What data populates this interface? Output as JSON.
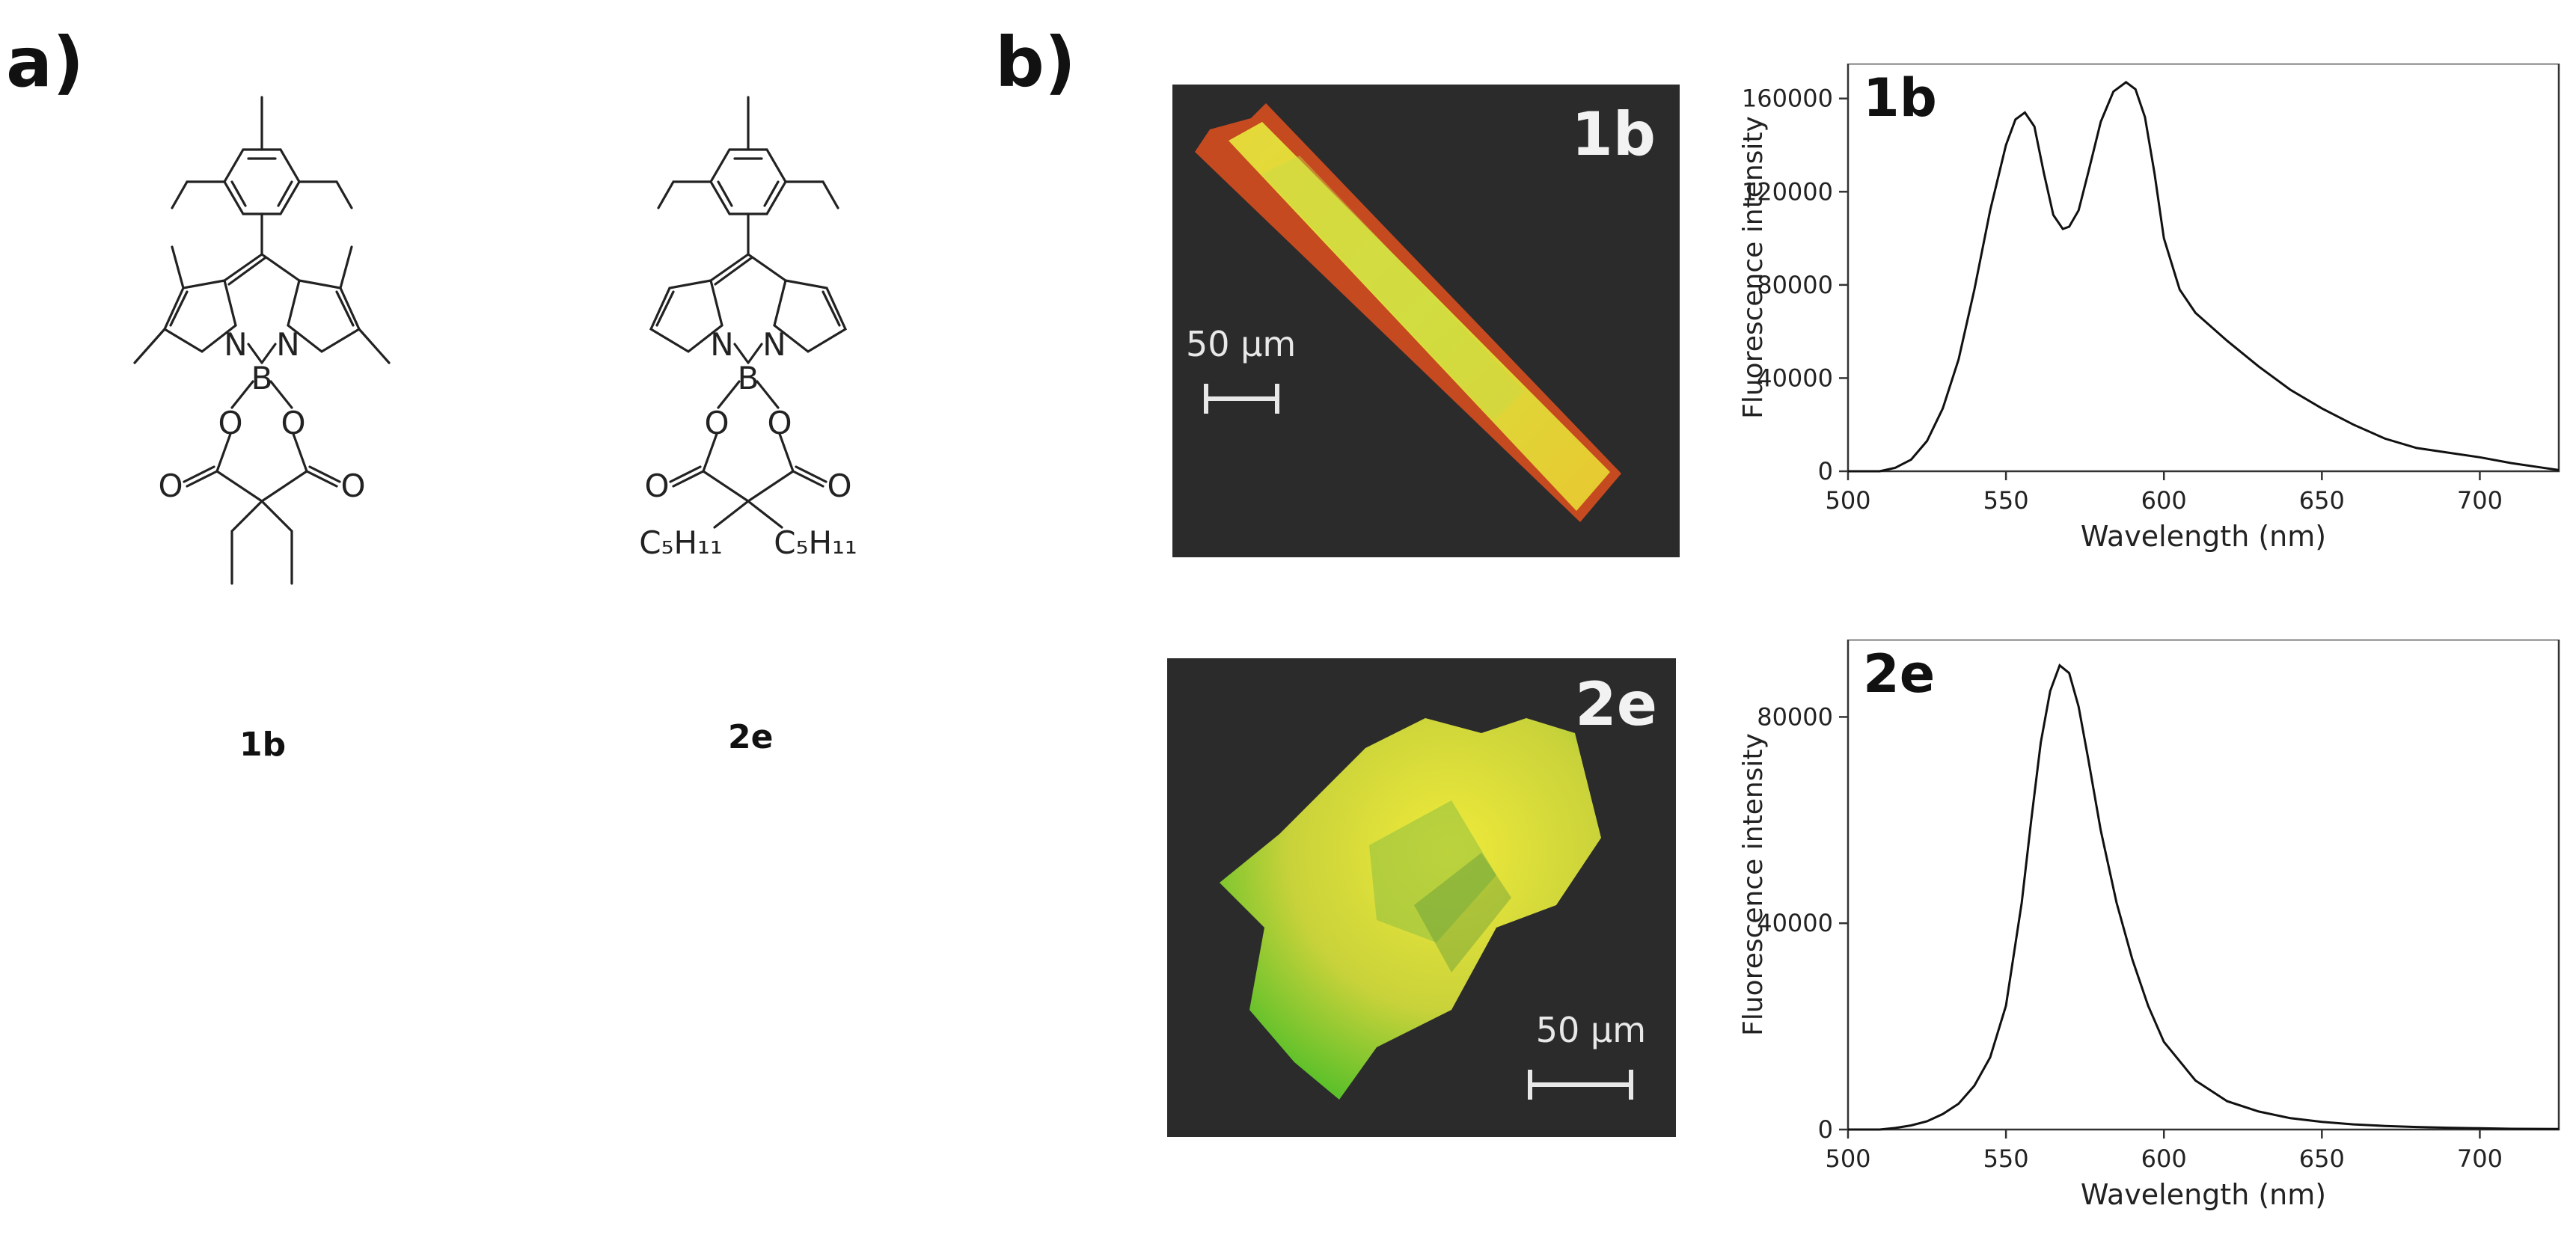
{
  "panels": {
    "a": {
      "letter": "a)"
    },
    "b": {
      "letter": "b)"
    }
  },
  "compounds": [
    {
      "id": "1b",
      "label": "1b",
      "atoms": {
        "n_left": "N",
        "n_right": "N",
        "boron": "B",
        "o_left": "O",
        "o_right": "O",
        "co_left": "O",
        "co_right": "O"
      }
    },
    {
      "id": "2e",
      "label": "2e",
      "atoms": {
        "n_left": "N",
        "n_right": "N",
        "boron": "B",
        "o_left": "O",
        "o_right": "O",
        "co_left": "O",
        "co_right": "O",
        "substituent_left": "C₅H₁₁",
        "substituent_right": "C₅H₁₁"
      }
    }
  ],
  "micrographs": [
    {
      "label": "1b",
      "scale_text": "50 μm"
    },
    {
      "label": "2e",
      "scale_text": "50 μm"
    }
  ],
  "colors": {
    "fluorescence_yellow": "#e9e53a",
    "fluorescence_orange": "#e0501e",
    "fluorescence_green": "#5cc02a",
    "micro_background": "#2b2b2b",
    "axis": "#333333"
  },
  "chart_data": [
    {
      "type": "line",
      "label": "1b",
      "xlabel": "Wavelength (nm)",
      "ylabel": "Fluorescence intensity",
      "xlim": [
        500,
        725
      ],
      "ylim": [
        0,
        175000
      ],
      "xticks": [
        500,
        550,
        600,
        650,
        700
      ],
      "yticks": [
        0,
        40000,
        80000,
        120000,
        160000
      ],
      "series": [
        {
          "x": [
            500,
            510,
            515,
            520,
            525,
            530,
            535,
            540,
            545,
            550,
            553,
            556,
            559,
            562,
            565,
            568,
            570,
            573,
            576,
            580,
            584,
            588,
            591,
            594,
            597,
            600,
            605,
            610,
            620,
            630,
            640,
            650,
            660,
            670,
            680,
            690,
            700,
            710,
            720,
            725
          ],
          "y": [
            0,
            0,
            1500,
            5000,
            13000,
            27000,
            48000,
            78000,
            112000,
            140000,
            151000,
            154000,
            148000,
            128000,
            110000,
            104000,
            105000,
            112000,
            128000,
            150000,
            163000,
            167000,
            164000,
            152000,
            128000,
            100000,
            78000,
            68000,
            56000,
            45000,
            35000,
            27000,
            20000,
            14000,
            10000,
            8000,
            6000,
            3500,
            1500,
            500
          ]
        }
      ]
    },
    {
      "type": "line",
      "label": "2e",
      "xlabel": "Wavelength (nm)",
      "ylabel": "Fluorescence intensity",
      "xlim": [
        500,
        725
      ],
      "ylim": [
        0,
        95000
      ],
      "xticks": [
        500,
        550,
        600,
        650,
        700
      ],
      "yticks": [
        0,
        40000,
        80000
      ],
      "series": [
        {
          "x": [
            500,
            510,
            515,
            520,
            525,
            530,
            535,
            540,
            545,
            550,
            555,
            558,
            561,
            564,
            567,
            570,
            573,
            576,
            580,
            585,
            590,
            595,
            600,
            610,
            620,
            630,
            640,
            650,
            660,
            670,
            680,
            690,
            700,
            710,
            725
          ],
          "y": [
            0,
            0,
            300,
            800,
            1600,
            3000,
            5000,
            8500,
            14000,
            24000,
            44000,
            60000,
            75000,
            85000,
            90000,
            88500,
            82000,
            72000,
            58000,
            44000,
            33000,
            24000,
            17000,
            9500,
            5500,
            3500,
            2200,
            1500,
            1000,
            700,
            500,
            350,
            250,
            150,
            100
          ]
        }
      ]
    }
  ]
}
